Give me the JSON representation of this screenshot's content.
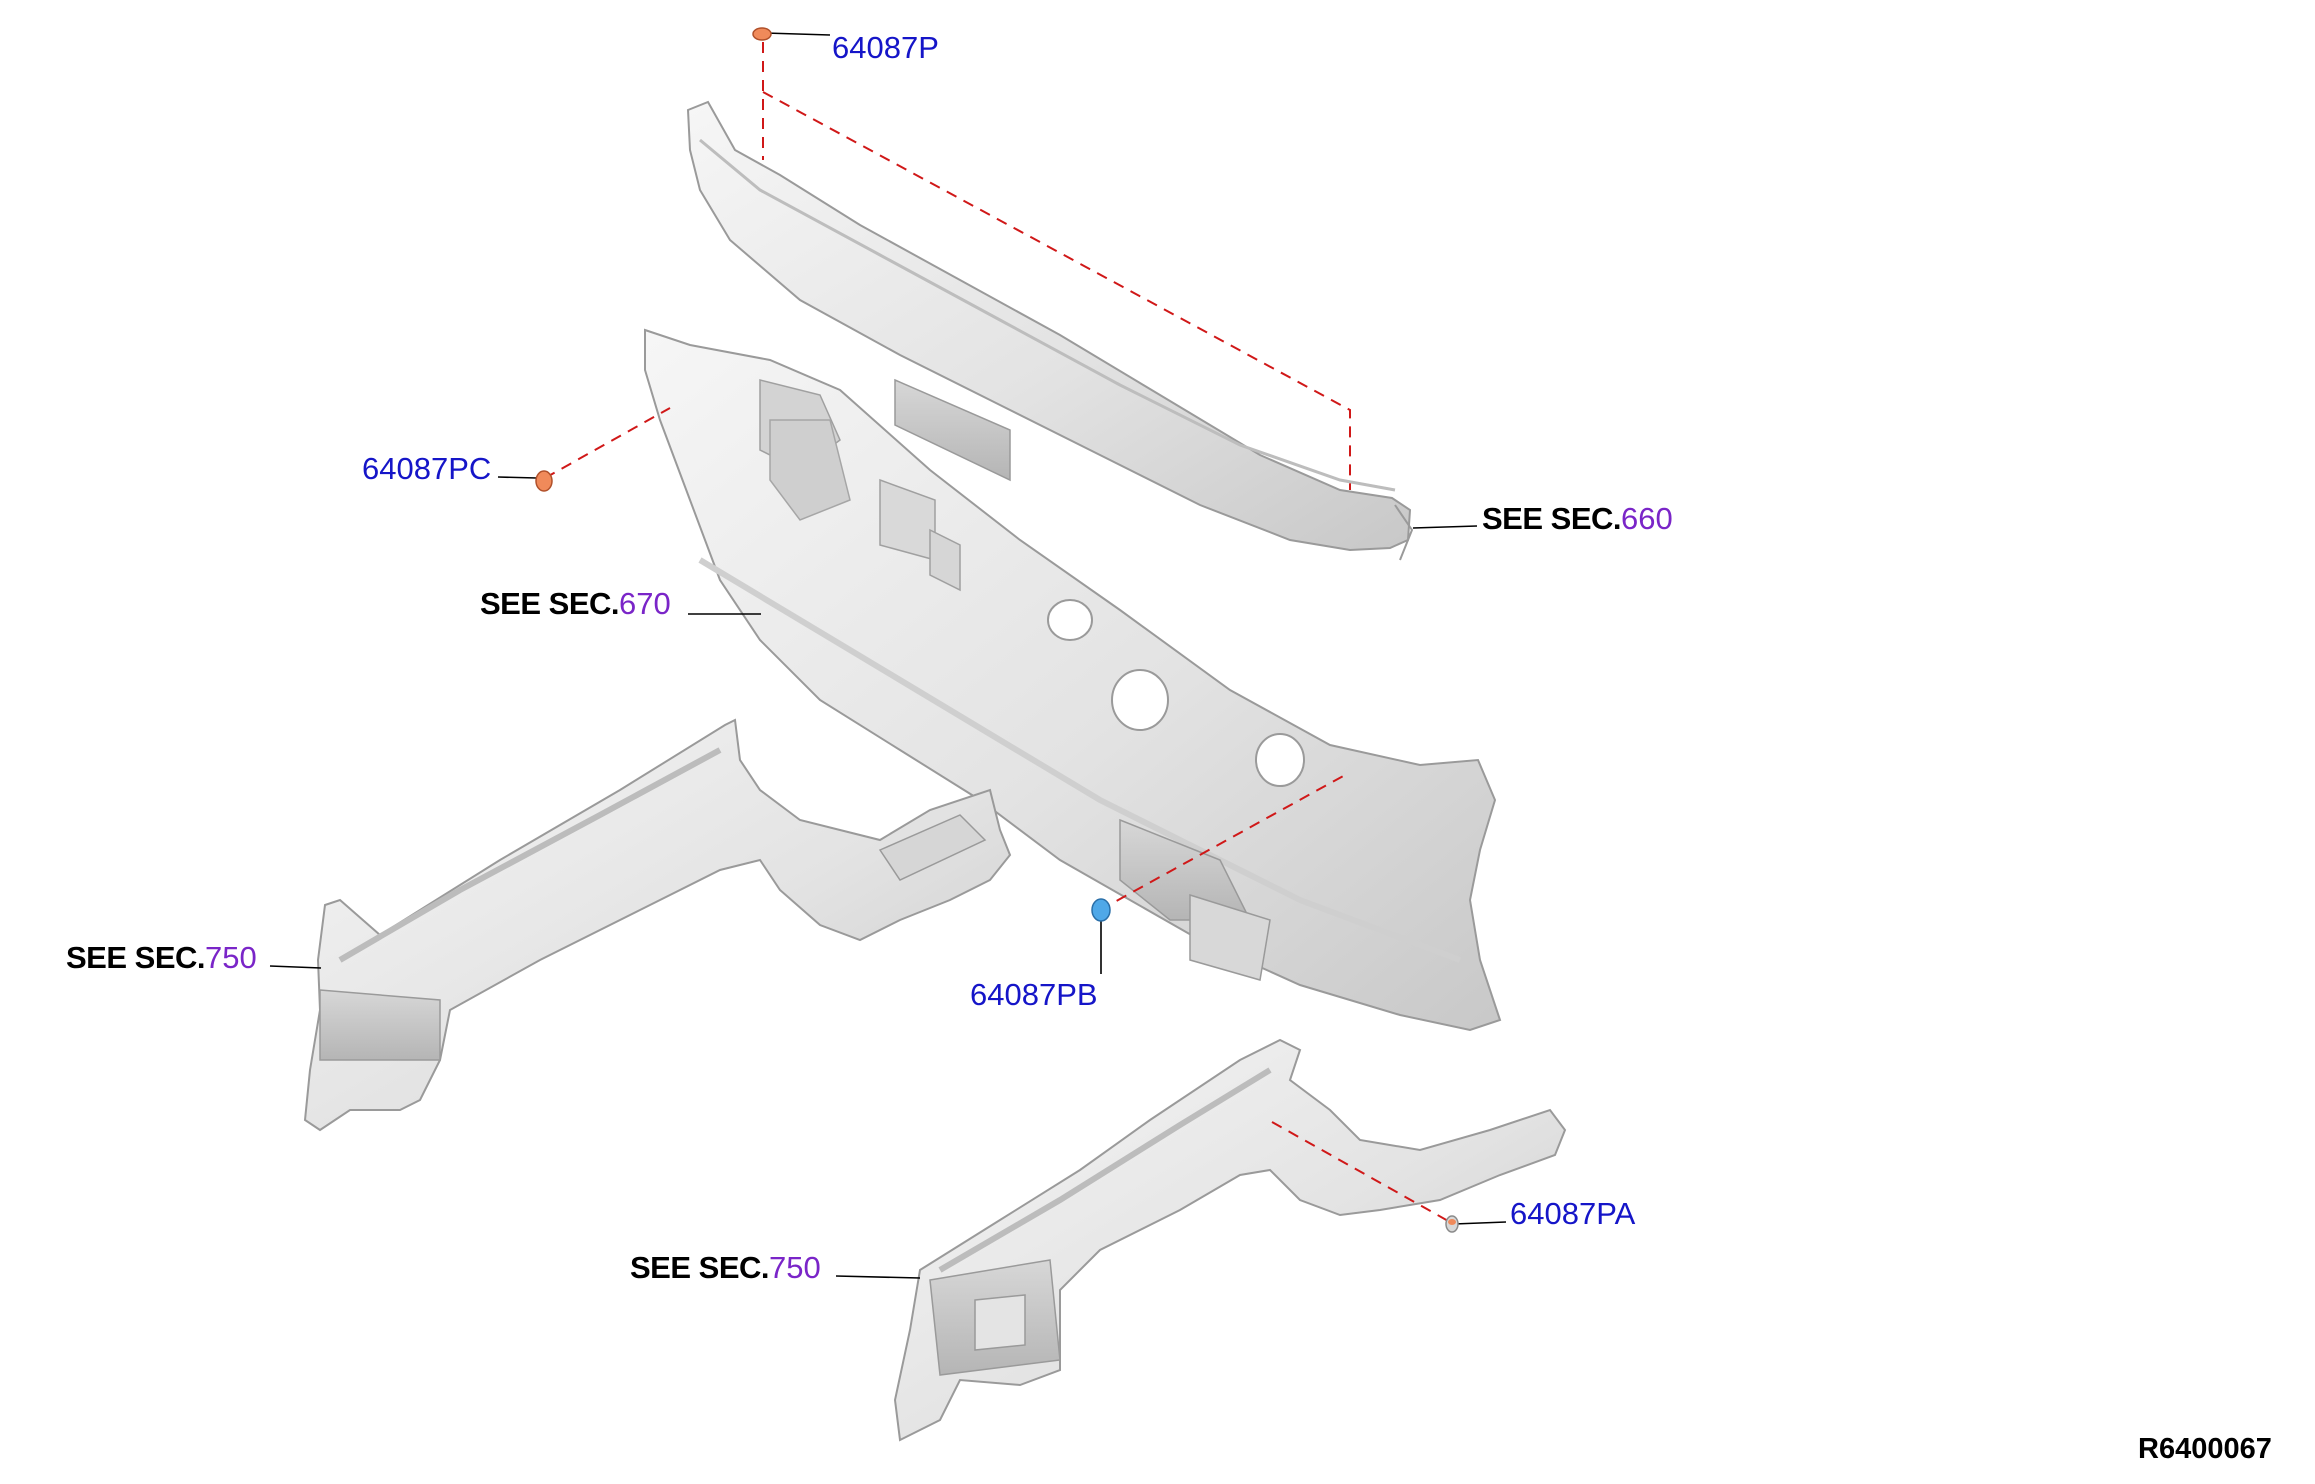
{
  "diagram": {
    "id": "R6400067",
    "colors": {
      "part_link": "#1515c8",
      "section_link": "#7a25c8",
      "leader": "#000000",
      "dashed_line": "#d01818",
      "fastener_orange": "#f08a5a",
      "fastener_blue": "#4fa8e8",
      "panel_fill": "#e8e8e8",
      "panel_shade": "#c9c9c9"
    },
    "part_labels": [
      {
        "key": "p",
        "text": "64087P"
      },
      {
        "key": "pc",
        "text": "64087PC"
      },
      {
        "key": "pb",
        "text": "64087PB"
      },
      {
        "key": "pa",
        "text": "64087PA"
      }
    ],
    "section_refs": [
      {
        "key": "sec660",
        "prefix": "SEE SEC.",
        "number": "660"
      },
      {
        "key": "sec670",
        "prefix": "SEE SEC.",
        "number": "670"
      },
      {
        "key": "sec750a",
        "prefix": "SEE SEC.",
        "number": "750"
      },
      {
        "key": "sec750b",
        "prefix": "SEE SEC.",
        "number": "750"
      }
    ]
  }
}
